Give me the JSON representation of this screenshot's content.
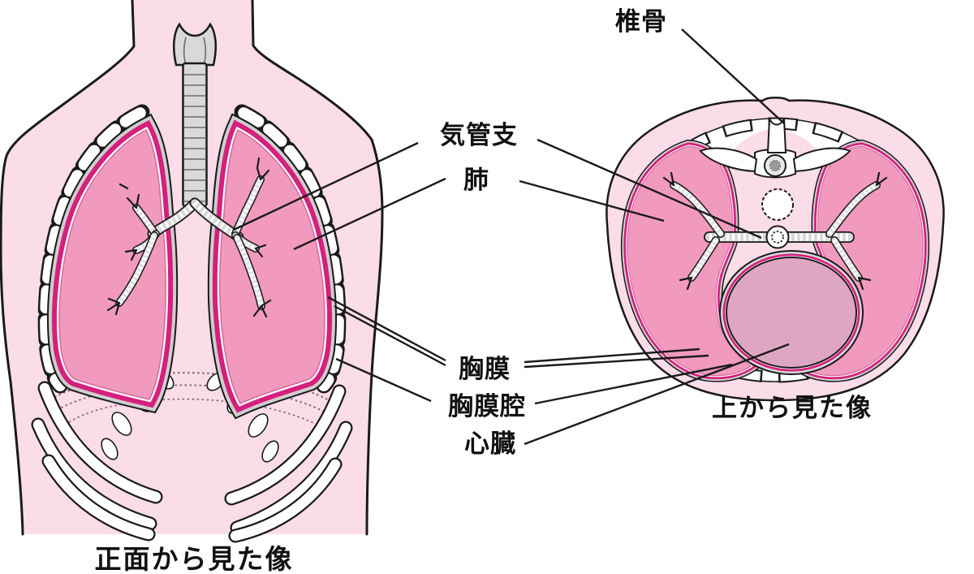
{
  "diagram": {
    "front_view": {
      "caption": "正面から見た像"
    },
    "top_view": {
      "caption": "上から見た像"
    },
    "labels": {
      "vertebra": "椎骨",
      "bronchus": "気管支",
      "lung": "肺",
      "pleura": "胸膜",
      "pleural_cavity": "胸膜腔",
      "heart": "心臓"
    },
    "colors": {
      "background": "#ffffff",
      "body": "#fbdce9",
      "lung": "#f29abd",
      "pleura": "#d6207d",
      "lung_edge": "#d6699b",
      "heart": "#dfa6c3",
      "cartilage": "#d9d9d9",
      "cartilage_line": "#6b6b6b",
      "rib_gray": "#cfcfcf",
      "outline": "#1a1a1a",
      "stipple": "#8b6a75",
      "text": "#111111"
    }
  }
}
